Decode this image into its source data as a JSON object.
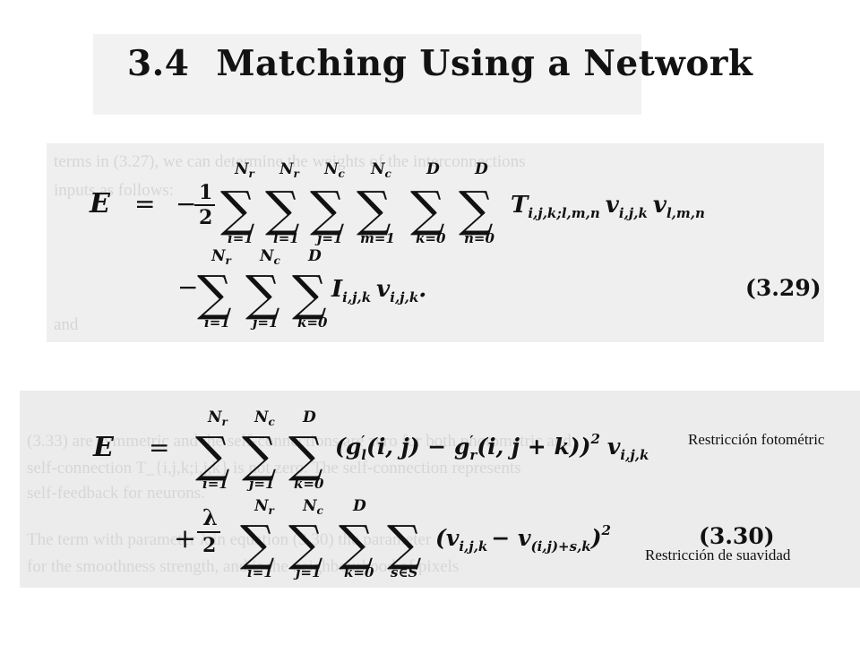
{
  "section": {
    "number": "3.4",
    "title": "Matching Using a Network"
  },
  "equation_1": {
    "lhs": "E",
    "equals": "=",
    "line1": {
      "sign": "−",
      "fraction_num": "1",
      "fraction_den": "2",
      "sums": [
        {
          "upper": "N_r",
          "lower": "i=1"
        },
        {
          "upper": "N_r",
          "lower": "l=1"
        },
        {
          "upper": "N_c",
          "lower": "j=1"
        },
        {
          "upper": "N_c",
          "lower": "m=1"
        },
        {
          "upper": "D",
          "lower": "k=0"
        },
        {
          "upper": "D",
          "lower": "n=0"
        }
      ],
      "term": "T_{i,j,k;l,m,n} v_{i,j,k} v_{l,m,n}"
    },
    "line2": {
      "sign": "−",
      "sums": [
        {
          "upper": "N_r",
          "lower": "i=1"
        },
        {
          "upper": "N_c",
          "lower": "j=1"
        },
        {
          "upper": "D",
          "lower": "k=0"
        }
      ],
      "term": "I_{i,j,k} v_{i,j,k}."
    },
    "number": "(3.29)"
  },
  "equation_2": {
    "lhs": "E",
    "equals": "=",
    "line1": {
      "sums": [
        {
          "upper": "N_r",
          "lower": "i=1"
        },
        {
          "upper": "N_c",
          "lower": "j=1"
        },
        {
          "upper": "D",
          "lower": "k=0"
        }
      ],
      "term": "(g'_l(i, j) − g'_r(i, j + k))^2 v_{i,j,k}"
    },
    "line2": {
      "sign": "+",
      "fraction_num": "λ",
      "fraction_den": "2",
      "sums": [
        {
          "upper": "N_r",
          "lower": "i=1"
        },
        {
          "upper": "N_c",
          "lower": "j=1"
        },
        {
          "upper": "D",
          "lower": "k=0"
        },
        {
          "upper": "",
          "lower": "s∈S"
        }
      ],
      "term": "(v_{i,j,k} − v_{(i,j)+s,k})^2"
    },
    "number": "(3.30)"
  },
  "annotations": {
    "photometric": "Restricción fotométric",
    "smoothness": "Restricción de suavidad"
  },
  "background_text": {
    "line_a": "terms in (3.27), we can determine the weights of the interconnections",
    "line_b": "inputs as follows:",
    "line_c": "and",
    "line_d": "(3.33) are symmetric and the self-connections are zero for both photometric and",
    "line_e": "self-connection T_{i,j,k;i,j,k} is not zero. The self-connection represents",
    "line_f": "self-feedback for neurons.",
    "line_g": "The term with parameter λ in equation (3.30) the parameter",
    "line_h": "for the smoothness strength, and is the neighbourhood of pixels"
  }
}
